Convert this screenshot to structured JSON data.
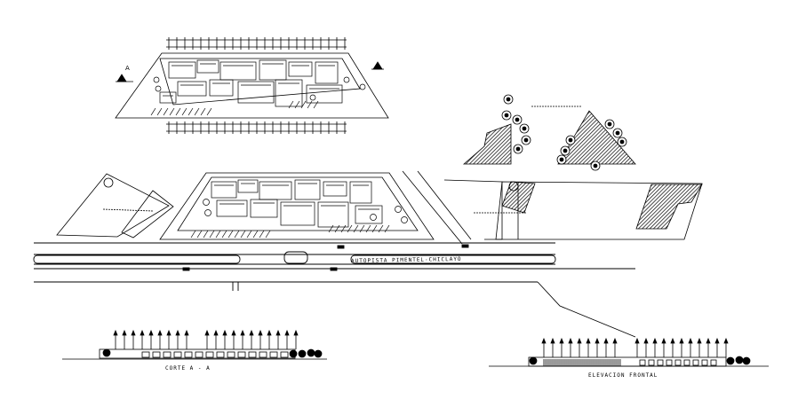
{
  "drawing": {
    "road_label": "AUTOPISTA PIMENTEL-CHICLAYO",
    "section_label": "CORTE  A - A",
    "elevation_label": "ELEVACION FRONTAL",
    "section_markers": [
      "A",
      "A"
    ]
  }
}
